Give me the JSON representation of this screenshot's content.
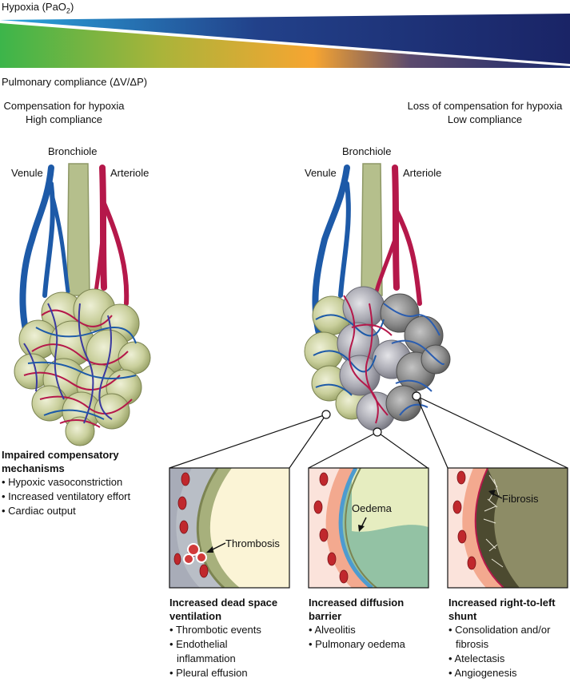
{
  "gradient": {
    "hypoxia_label": "Hypoxia (PaO",
    "hypoxia_sub": "2",
    "hypoxia_close": ")",
    "compliance_label": "Pulmonary compliance (ΔV/ΔP)",
    "colors": {
      "hyp_start": "#2aa6dd",
      "hyp_end": "#1a2466",
      "comp_start": "#3cb54a",
      "comp_mid": "#f7a531",
      "comp_end": "#1c2b6e"
    }
  },
  "left": {
    "heading_1": "Compensation for hypoxia",
    "heading_2": "High compliance",
    "bronchiole": "Bronchiole",
    "venule": "Venule",
    "arteriole": "Arteriole",
    "mechanisms_title_1": "Impaired compensatory",
    "mechanisms_title_2": "mechanisms",
    "mechanisms": [
      "Hypoxic vasoconstriction",
      "Increased ventilatory effort",
      "Cardiac output"
    ]
  },
  "right": {
    "heading_1": "Loss of compensation for hypoxia",
    "heading_2": "Low compliance",
    "bronchiole": "Bronchiole",
    "venule": "Venule",
    "arteriole": "Arteriole"
  },
  "panels": [
    {
      "label": "Thrombosis",
      "title_1": "Increased dead space",
      "title_2": "ventilation",
      "items": [
        "Thrombotic events",
        "Endothelial",
        "inflammation",
        "Pleural effusion"
      ]
    },
    {
      "label": "Oedema",
      "title_1": "Increased diffusion",
      "title_2": "barrier",
      "items": [
        "Alveolitis",
        "Pulmonary oedema"
      ]
    },
    {
      "label": "Fibrosis",
      "title_1": "Increased right-to-left",
      "title_2": "shunt",
      "items": [
        "Consolidation and/or",
        "fibrosis",
        "Atelectasis",
        "Angiogenesis"
      ]
    }
  ]
}
